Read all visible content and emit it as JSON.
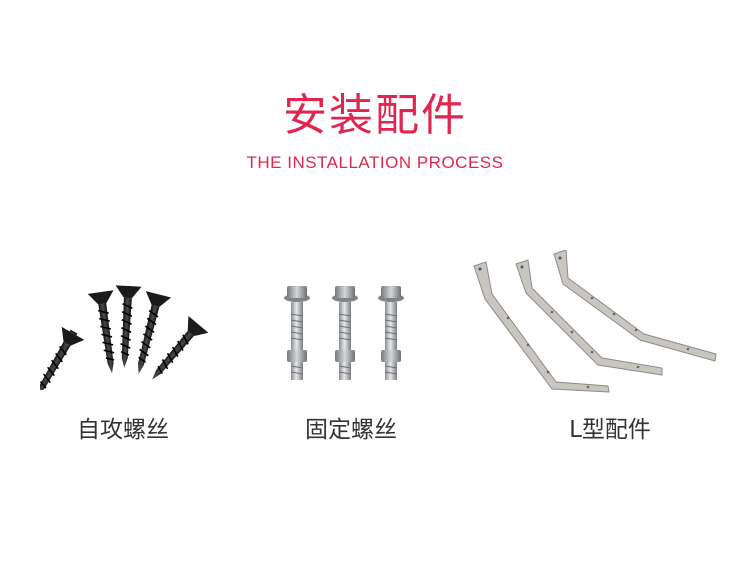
{
  "header": {
    "title": "安装配件",
    "subtitle": "THE INSTALLATION PROCESS"
  },
  "items": [
    {
      "caption": "自攻螺丝",
      "icon": "self-tapping-screws-photo"
    },
    {
      "caption": "固定螺丝",
      "icon": "fixing-bolts-photo"
    },
    {
      "caption": "L型配件",
      "icon": "l-bracket-photo"
    }
  ],
  "colors": {
    "accent": "#e0264f",
    "caption": "#333333",
    "background": "#ffffff"
  }
}
